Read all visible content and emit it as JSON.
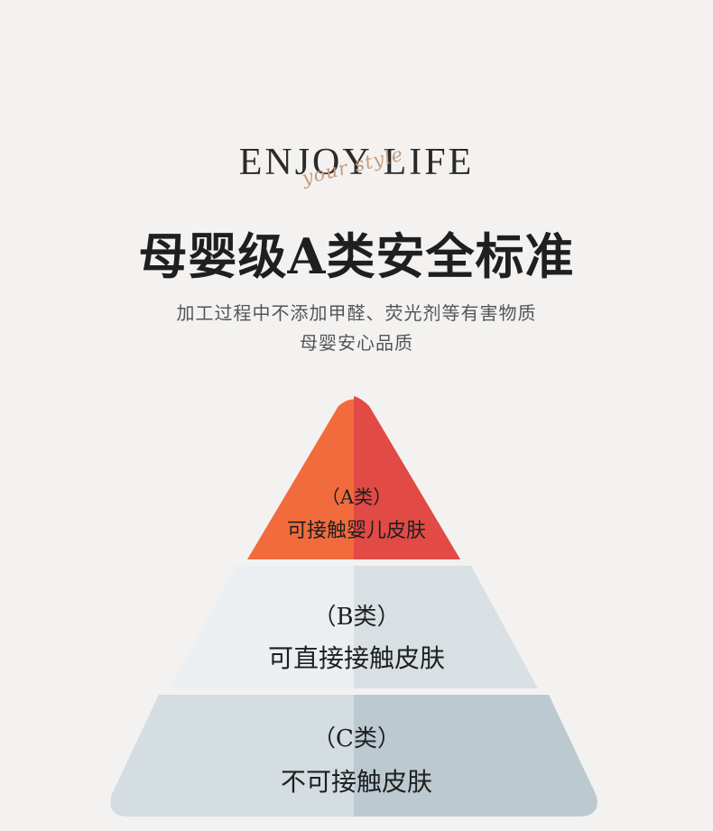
{
  "brand": {
    "main": "ENJOY LIFE",
    "script": "your style"
  },
  "headline": "母婴级A类安全标准",
  "subtitle": [
    "加工过程中不添加甲醛、荧光剂等有害物质",
    "母婴安心品质"
  ],
  "tiers": [
    {
      "label": "（A类）",
      "desc": "可接触婴儿皮肤",
      "colors": [
        "#f26b3d",
        "#e14a45"
      ]
    },
    {
      "label": "（B类）",
      "desc": "可直接接触皮肤",
      "colors": [
        "#ebeff1",
        "#d9e0e4"
      ]
    },
    {
      "label": "（C类）",
      "desc": "不可接触皮肤",
      "colors": [
        "#d3dde2",
        "#bcc9d0"
      ]
    }
  ]
}
